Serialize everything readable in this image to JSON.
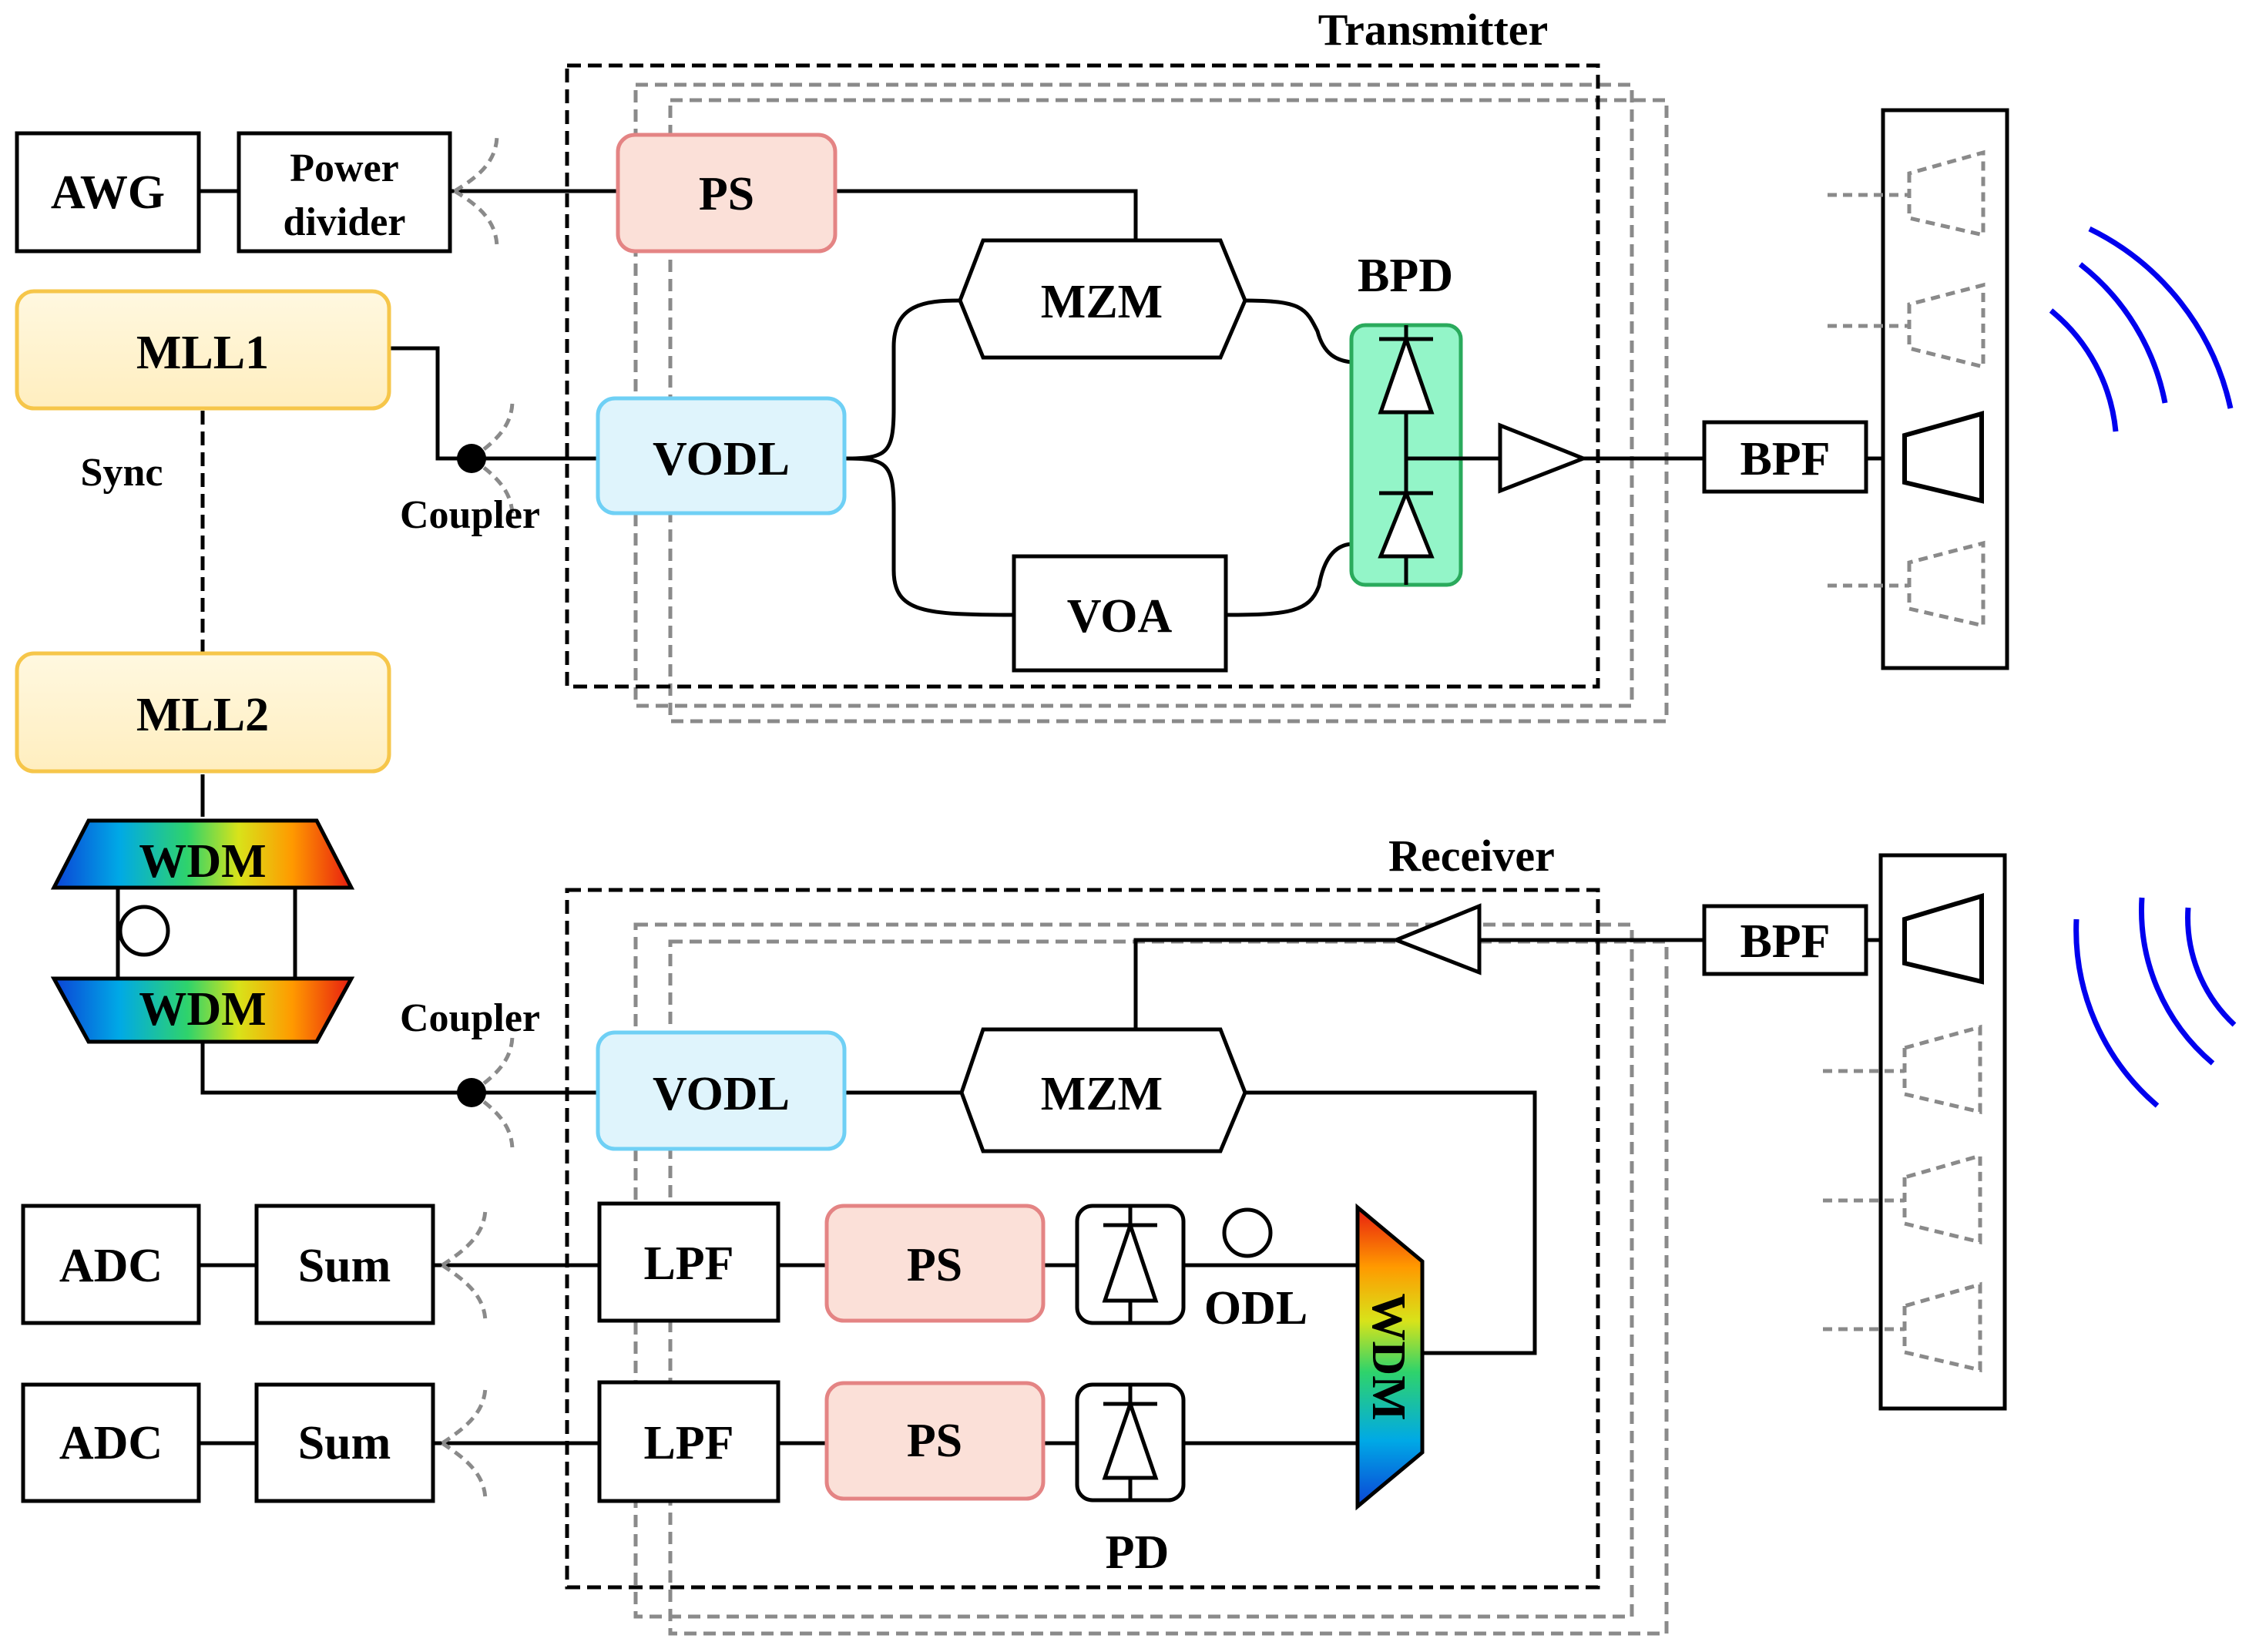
{
  "labels": {
    "transmitter": "Transmitter",
    "receiver": "Receiver",
    "awg": "AWG",
    "power_divider_line1": "Power",
    "power_divider_line2": "divider",
    "mll1": "MLL1",
    "mll2": "MLL2",
    "sync": "Sync",
    "coupler": "Coupler",
    "ps": "PS",
    "mzm": "MZM",
    "vodl": "VODL",
    "voa": "VOA",
    "bpd": "BPD",
    "bpf": "BPF",
    "wdm": "WDM",
    "lpf": "LPF",
    "adc": "ADC",
    "sum": "Sum",
    "odl": "ODL",
    "pd": "PD"
  },
  "colors": {
    "ps_fill": "#fbe0d8",
    "ps_stroke": "#e48484",
    "vodl_fill": "#dff4fc",
    "vodl_stroke": "#6fd0f5",
    "mll_fill": "#fff3cf",
    "mll_stroke": "#f6c64a",
    "bpd_fill": "#93f5c8",
    "bpd_stroke": "#2aaa5c",
    "wave": "#0000ee",
    "ghost": "#8a8a8a"
  }
}
